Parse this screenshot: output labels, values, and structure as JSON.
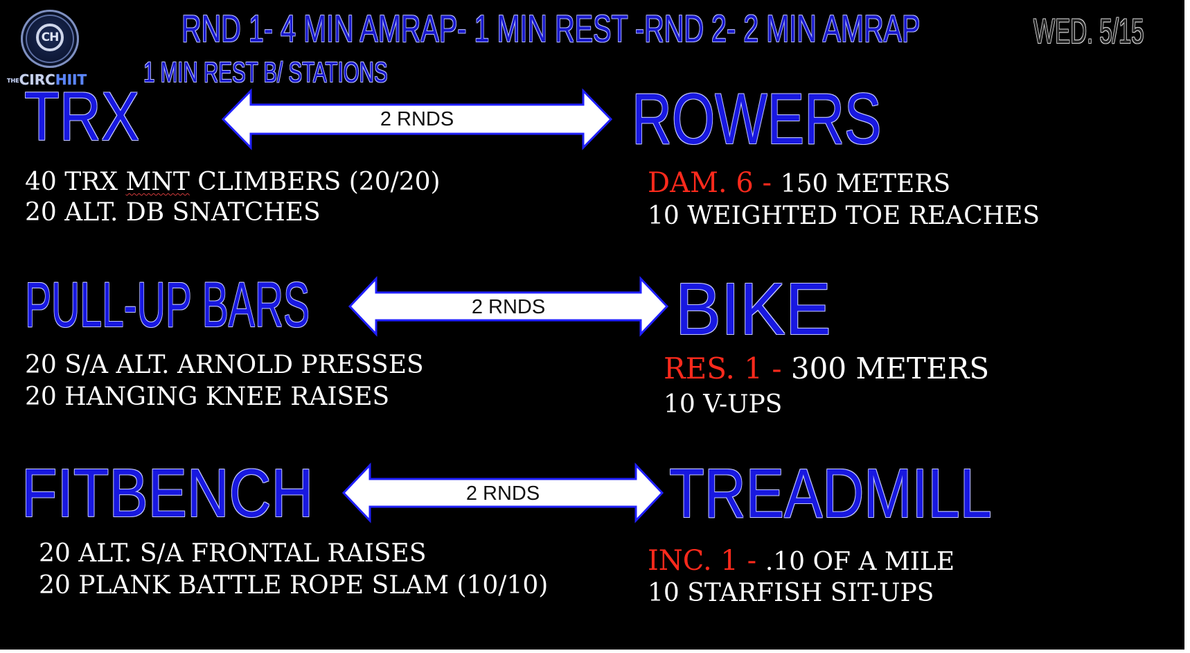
{
  "header": {
    "title": "RND 1- 4 MIN AMRAP- 1 MIN REST -RND 2- 2 MIN AMRAP",
    "date": "WED. 5/15",
    "subtitle": "1 MIN REST B/ STATIONS"
  },
  "logo": {
    "monogram": "CH",
    "name_prefix": "THE",
    "name_part1": "CIRC",
    "name_part2": "HIIT"
  },
  "pairs": [
    {
      "left_station": "TRX",
      "right_station": "ROWERS",
      "arrow_label": "2 RNDS",
      "left_exercises": [
        {
          "pre": "40  TRX ",
          "squiggle": "MNT",
          "post": " CLIMBERS (20/20)"
        },
        {
          "pre": "20  ALT. DB SNATCHES",
          "squiggle": "",
          "post": ""
        }
      ],
      "right_exercises": [
        {
          "red": "DAM. 6 - ",
          "white": "150 METERS"
        },
        {
          "red": "",
          "white": "10 WEIGHTED TOE REACHES"
        }
      ]
    },
    {
      "left_station": "PULL-UP BARS",
      "right_station": "BIKE",
      "arrow_label": "2 RNDS",
      "left_exercises": [
        {
          "pre": "20 S/A ALT. ARNOLD PRESSES",
          "squiggle": "",
          "post": ""
        },
        {
          "pre": "20 HANGING KNEE RAISES",
          "squiggle": "",
          "post": ""
        }
      ],
      "right_exercises": [
        {
          "red": "RES. 1 - ",
          "white": "300  METERS"
        },
        {
          "red": "",
          "white": "10 V-UPS"
        }
      ]
    },
    {
      "left_station": "FITBENCH",
      "right_station": "TREADMILL",
      "arrow_label": "2 RNDS",
      "left_exercises": [
        {
          "pre": "20 ALT. S/A FRONTAL  RAISES",
          "squiggle": "",
          "post": ""
        },
        {
          "pre": "20 PLANK BATTLE ROPE SLAM (10/10)",
          "squiggle": "",
          "post": ""
        }
      ],
      "right_exercises": [
        {
          "red": "INC. 1 - ",
          "white": ".10 OF A MILE"
        },
        {
          "red": "",
          "white": "10 STARFISH SIT-UPS"
        }
      ]
    }
  ],
  "colors": {
    "background": "#000000",
    "heading_blue": "#1818e0",
    "accent_red": "#ff2a1c",
    "text_white": "#ffffff"
  }
}
